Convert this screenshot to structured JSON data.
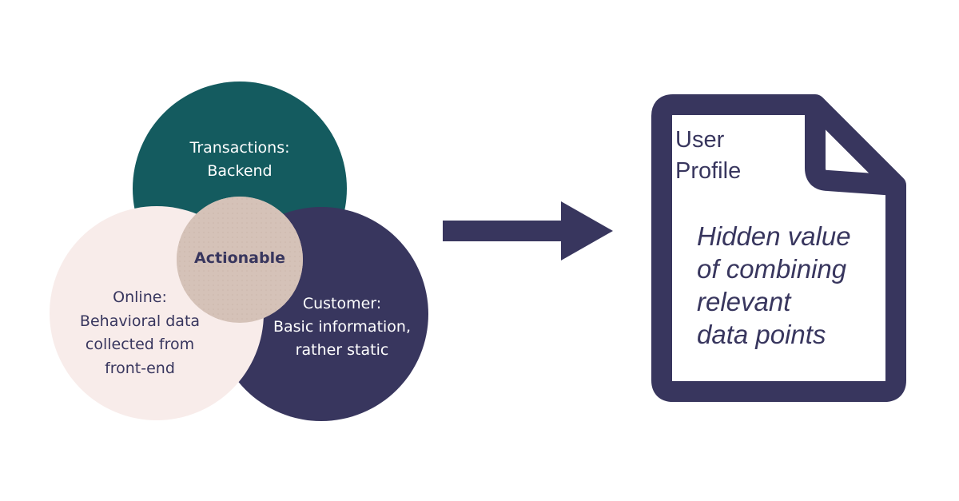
{
  "venn": {
    "transactions": {
      "line1": "Transactions:",
      "line2": "Backend",
      "color": "#145b5f"
    },
    "customer": {
      "line1": "Customer:",
      "line2": "Basic information,",
      "line3": "rather static",
      "color": "#38365e"
    },
    "online": {
      "line1": "Online:",
      "line2": "Behavioral data",
      "line3": "collected from",
      "line4": "front-end",
      "color": "#f8ecea"
    },
    "intersection": {
      "label": "Actionable",
      "color": "#d5c2b8"
    }
  },
  "arrow": {
    "color": "#38365e"
  },
  "document": {
    "title_line1": "User",
    "title_line2": "Profile",
    "body_line1": "Hidden value",
    "body_line2": "of combining",
    "body_line3": "relevant",
    "body_line4": "data points",
    "color": "#38365e"
  }
}
